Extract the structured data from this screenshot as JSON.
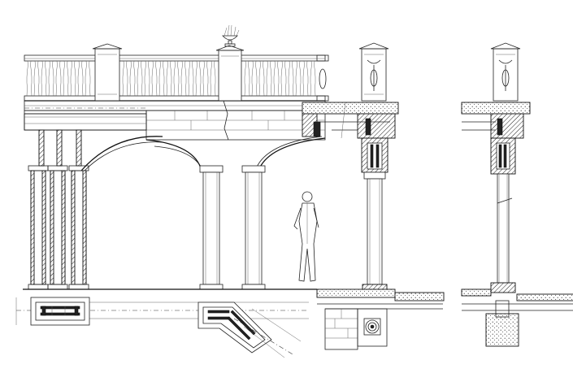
{
  "drawing": {
    "views": [
      {
        "name": "front-elevation"
      },
      {
        "name": "column-section"
      },
      {
        "name": "side-section"
      },
      {
        "name": "plan-detail-left"
      },
      {
        "name": "plan-detail-corner"
      },
      {
        "name": "foundation-detail"
      }
    ],
    "line_color": "#222222",
    "background": "#ffffff",
    "fill_color": "#222222"
  }
}
